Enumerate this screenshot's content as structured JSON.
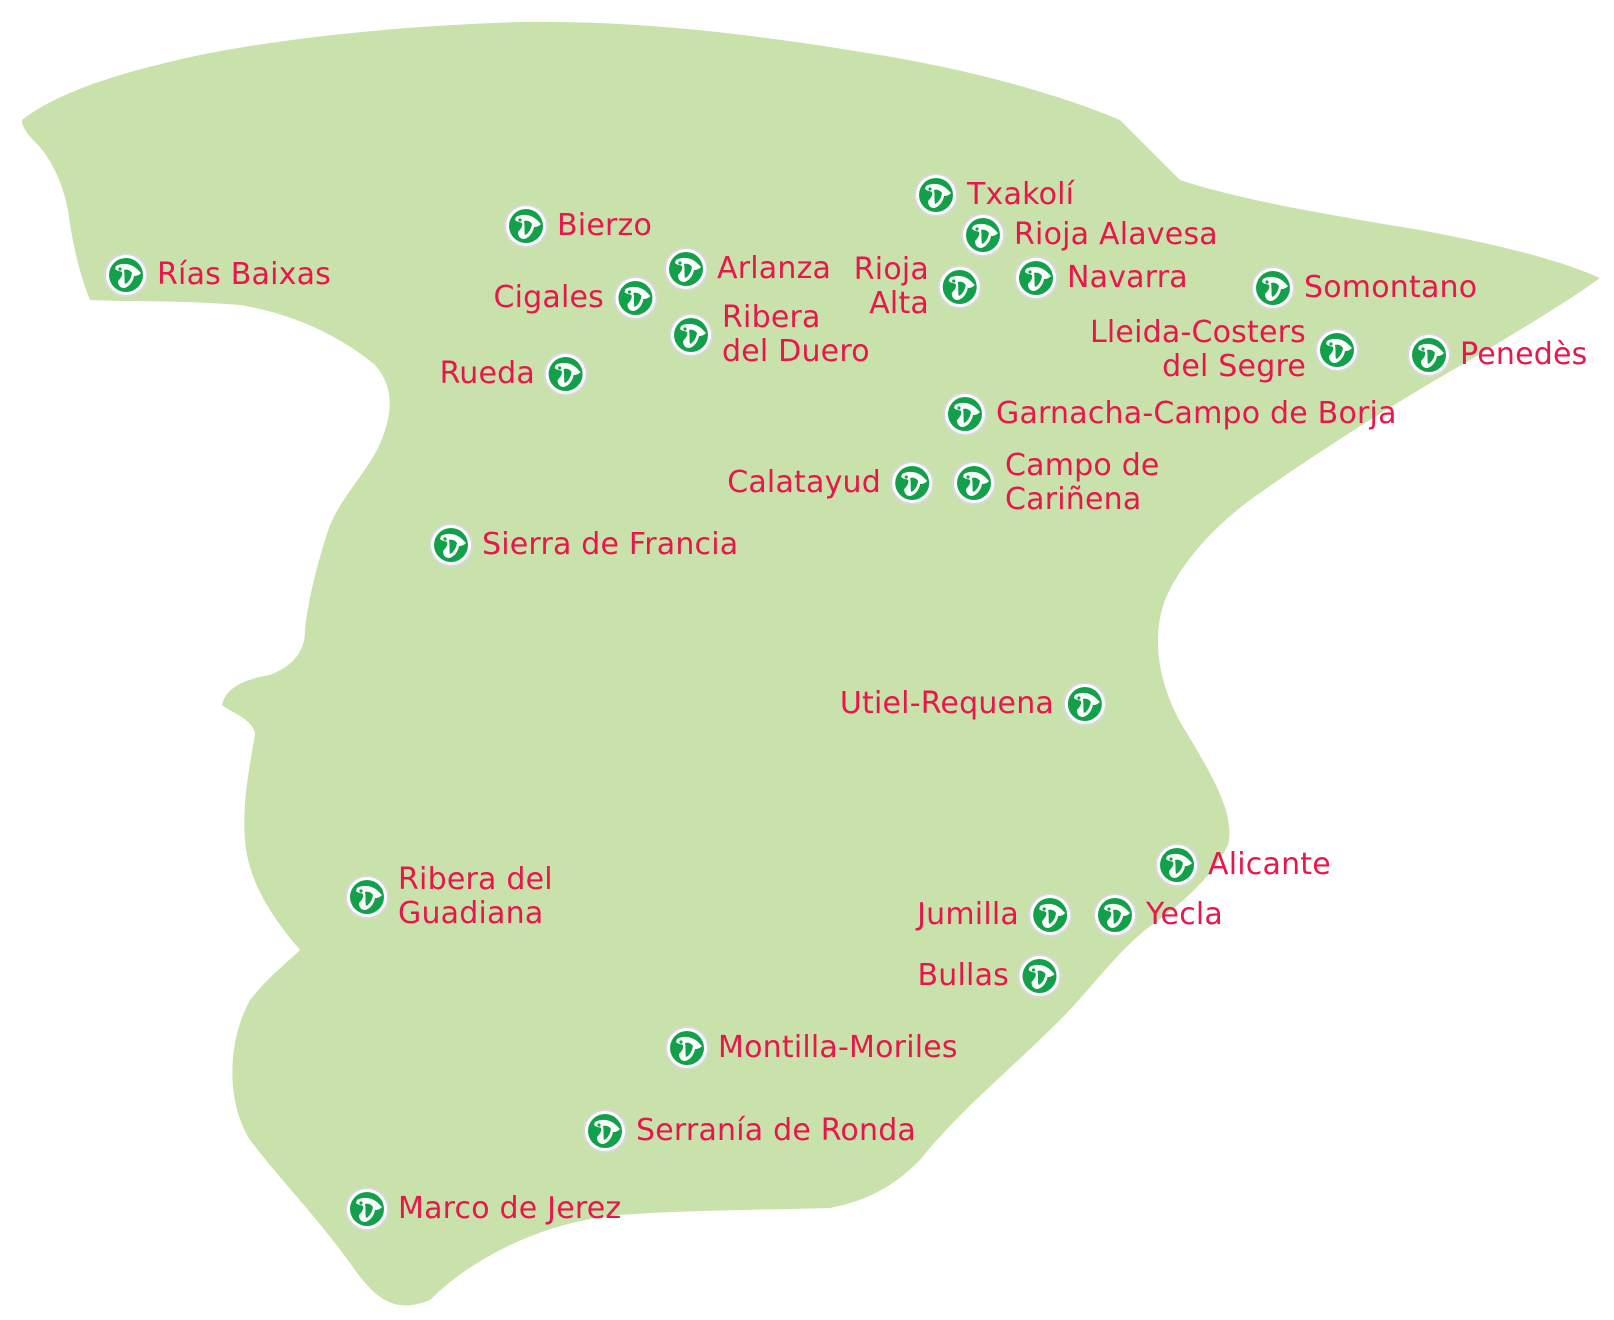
{
  "map": {
    "land_color": "#c9e1ab",
    "label_color": "#e8174b",
    "marker_color": "#12a14a",
    "marker_icon": "wine-region-icon"
  },
  "regions": [
    {
      "id": "rias-baixas",
      "lines": [
        "Rías Baixas"
      ]
    },
    {
      "id": "bierzo",
      "lines": [
        "Bierzo"
      ]
    },
    {
      "id": "arlanza",
      "lines": [
        "Arlanza"
      ]
    },
    {
      "id": "cigales",
      "lines": [
        "Cigales"
      ]
    },
    {
      "id": "ribera-del-duero",
      "lines": [
        "Ribera",
        "del Duero"
      ]
    },
    {
      "id": "rueda",
      "lines": [
        "Rueda"
      ]
    },
    {
      "id": "txakoli",
      "lines": [
        "Txakolí"
      ]
    },
    {
      "id": "rioja-alavesa",
      "lines": [
        "Rioja Alavesa"
      ]
    },
    {
      "id": "rioja-alta",
      "lines": [
        "Rioja",
        "Alta"
      ]
    },
    {
      "id": "navarra",
      "lines": [
        "Navarra"
      ]
    },
    {
      "id": "somontano",
      "lines": [
        "Somontano"
      ]
    },
    {
      "id": "lleida-costers-del-segre",
      "lines": [
        "Lleida-Costers",
        "del Segre"
      ]
    },
    {
      "id": "penedes",
      "lines": [
        "Penedès"
      ]
    },
    {
      "id": "garnacha-campo-de-borja",
      "lines": [
        "Garnacha-Campo de Borja"
      ]
    },
    {
      "id": "calatayud",
      "lines": [
        "Calatayud"
      ]
    },
    {
      "id": "campo-de-carinena",
      "lines": [
        "Campo de",
        "Cariñena"
      ]
    },
    {
      "id": "sierra-de-francia",
      "lines": [
        "Sierra de Francia"
      ]
    },
    {
      "id": "utiel-requena",
      "lines": [
        "Utiel-Requena"
      ]
    },
    {
      "id": "alicante",
      "lines": [
        "Alicante"
      ]
    },
    {
      "id": "jumilla",
      "lines": [
        "Jumilla"
      ]
    },
    {
      "id": "yecla",
      "lines": [
        "Yecla"
      ]
    },
    {
      "id": "bullas",
      "lines": [
        "Bullas"
      ]
    },
    {
      "id": "ribera-del-guadiana",
      "lines": [
        "Ribera del",
        "Guadiana"
      ]
    },
    {
      "id": "montilla-moriles",
      "lines": [
        "Montilla-Moriles"
      ]
    },
    {
      "id": "serrania-de-ronda",
      "lines": [
        "Serranía de Ronda"
      ]
    },
    {
      "id": "marco-de-jerez",
      "lines": [
        "Marco de Jerez"
      ]
    }
  ]
}
